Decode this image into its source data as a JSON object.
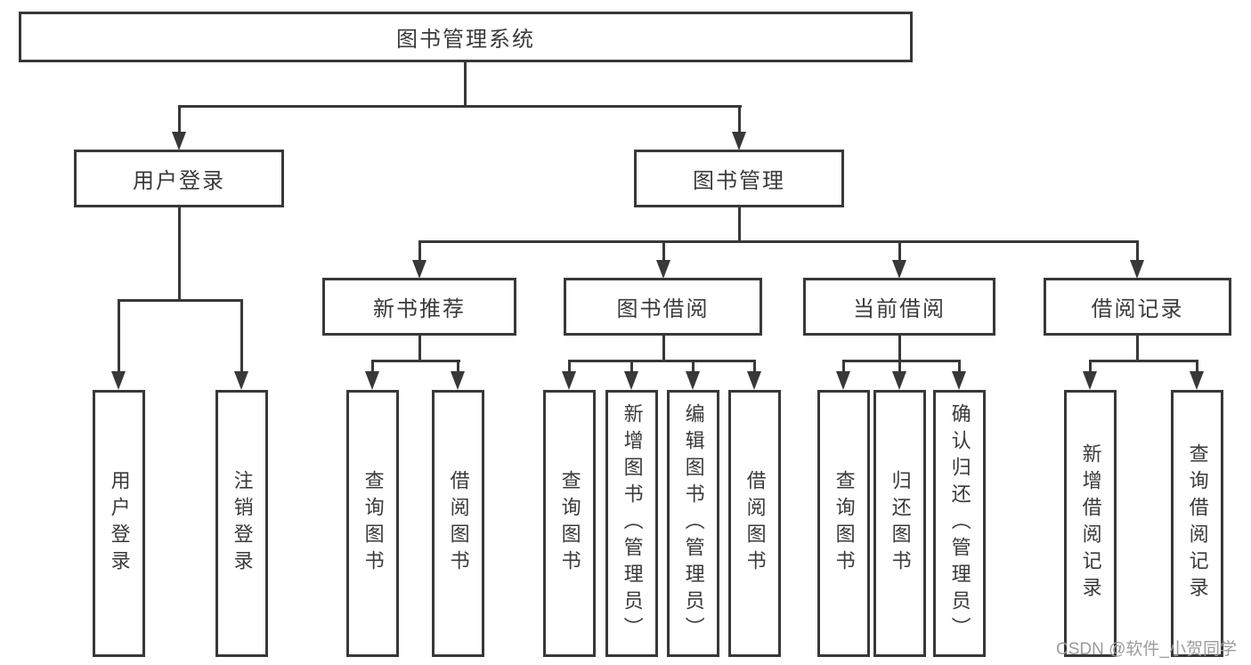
{
  "tree": {
    "root_label": "图书管理系统",
    "groups": {
      "user_login": {
        "label": "用户登录",
        "children": [
          "用户登录",
          "注销登录"
        ]
      },
      "book_mgmt": {
        "label": "图书管理"
      },
      "new_book": {
        "label": "新书推荐",
        "children": [
          "查询图书",
          "借阅图书"
        ]
      },
      "book_borrow": {
        "label": "图书借阅",
        "children": [
          "查询图书",
          "新增图书（管理员）",
          "编辑图书（管理员）",
          "借阅图书"
        ]
      },
      "current_borrow": {
        "label": "当前借阅",
        "children": [
          "查询图书",
          "归还图书",
          "确认归还（管理员）"
        ]
      },
      "borrow_record": {
        "label": "借阅记录",
        "children": [
          "新增借阅记录",
          "查询借阅记录"
        ]
      }
    },
    "watermark": "CSDN @软件_小贺同学",
    "colors": {
      "line": "#383838",
      "text": "#3a3a3a",
      "watermark_text": "#9c9c9c",
      "background": "#ffffff"
    }
  }
}
